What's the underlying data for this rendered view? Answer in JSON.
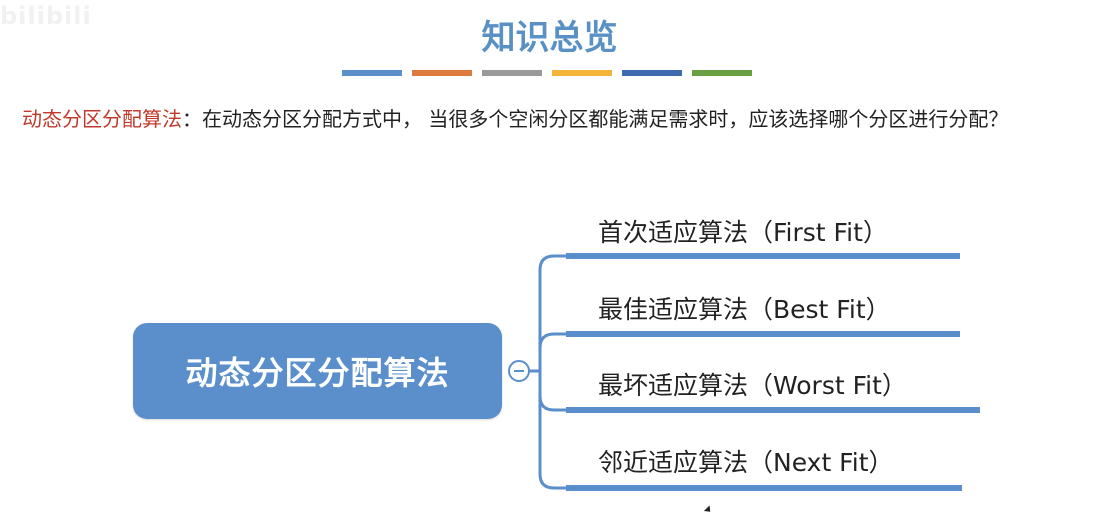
{
  "watermark": "bilibili",
  "title": "知识总览",
  "color_bar": [
    "#5b8fc9",
    "#dd7a3f",
    "#9a9a9a",
    "#f2b53a",
    "#3e6bb0",
    "#6a9e42"
  ],
  "intro": {
    "term": "动态分区分配算法",
    "text": "：在动态分区分配方式中， 当很多个空闲分区都能满足需求时，应该选择哪个分区进行分配？"
  },
  "mindmap": {
    "central": "动态分区分配算法",
    "branches": [
      {
        "label": "首次适应算法（First Fit）"
      },
      {
        "label": "最佳适应算法（Best Fit）"
      },
      {
        "label": "最坏适应算法（Worst Fit）"
      },
      {
        "label": "邻近适应算法（Next Fit）"
      }
    ]
  },
  "colors": {
    "accent": "#5a8fcb",
    "title": "#5a91c4",
    "term": "#c0392b"
  }
}
